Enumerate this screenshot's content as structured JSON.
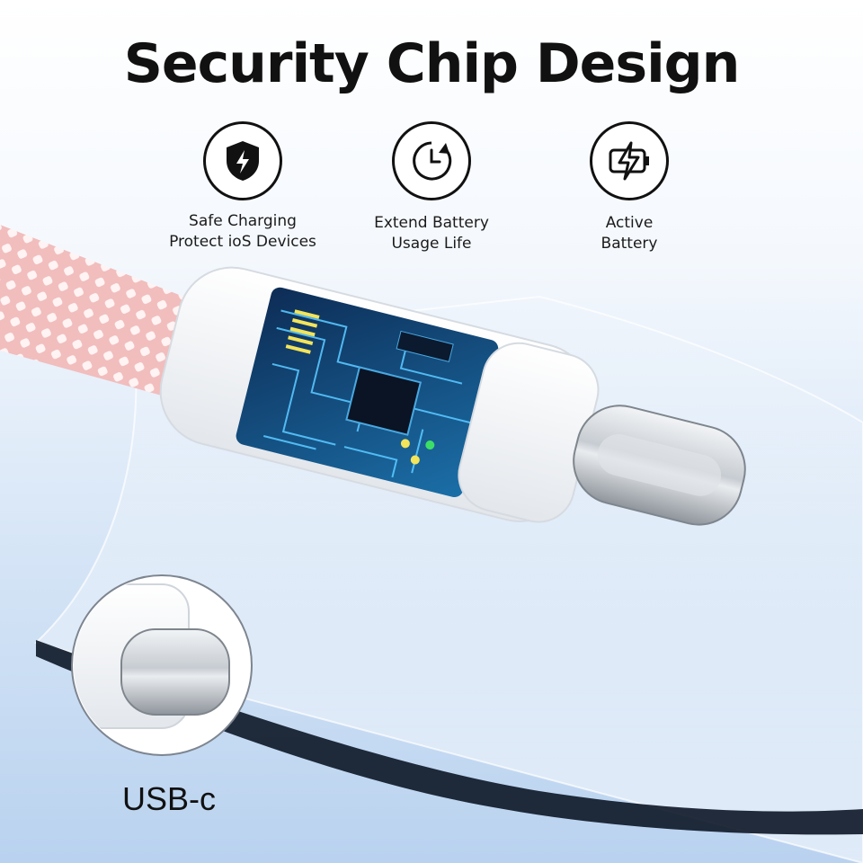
{
  "headline": "Security Chip Design",
  "features": [
    {
      "icon": "shield-lightning-icon",
      "line1": "Safe Charging",
      "line2": "Protect ioS Devices"
    },
    {
      "icon": "clock-refresh-icon",
      "line1": "Extend Battery",
      "line2": "Usage Life"
    },
    {
      "icon": "battery-lightning-icon",
      "line1": "Active",
      "line2": "Battery"
    }
  ],
  "inset_label": "USB-c",
  "colors": {
    "braid": "#f3c8c6",
    "connector_white": "#f7f8fa",
    "circuit_blue": "#1d6fb0",
    "metal": "#c9cdd2"
  }
}
